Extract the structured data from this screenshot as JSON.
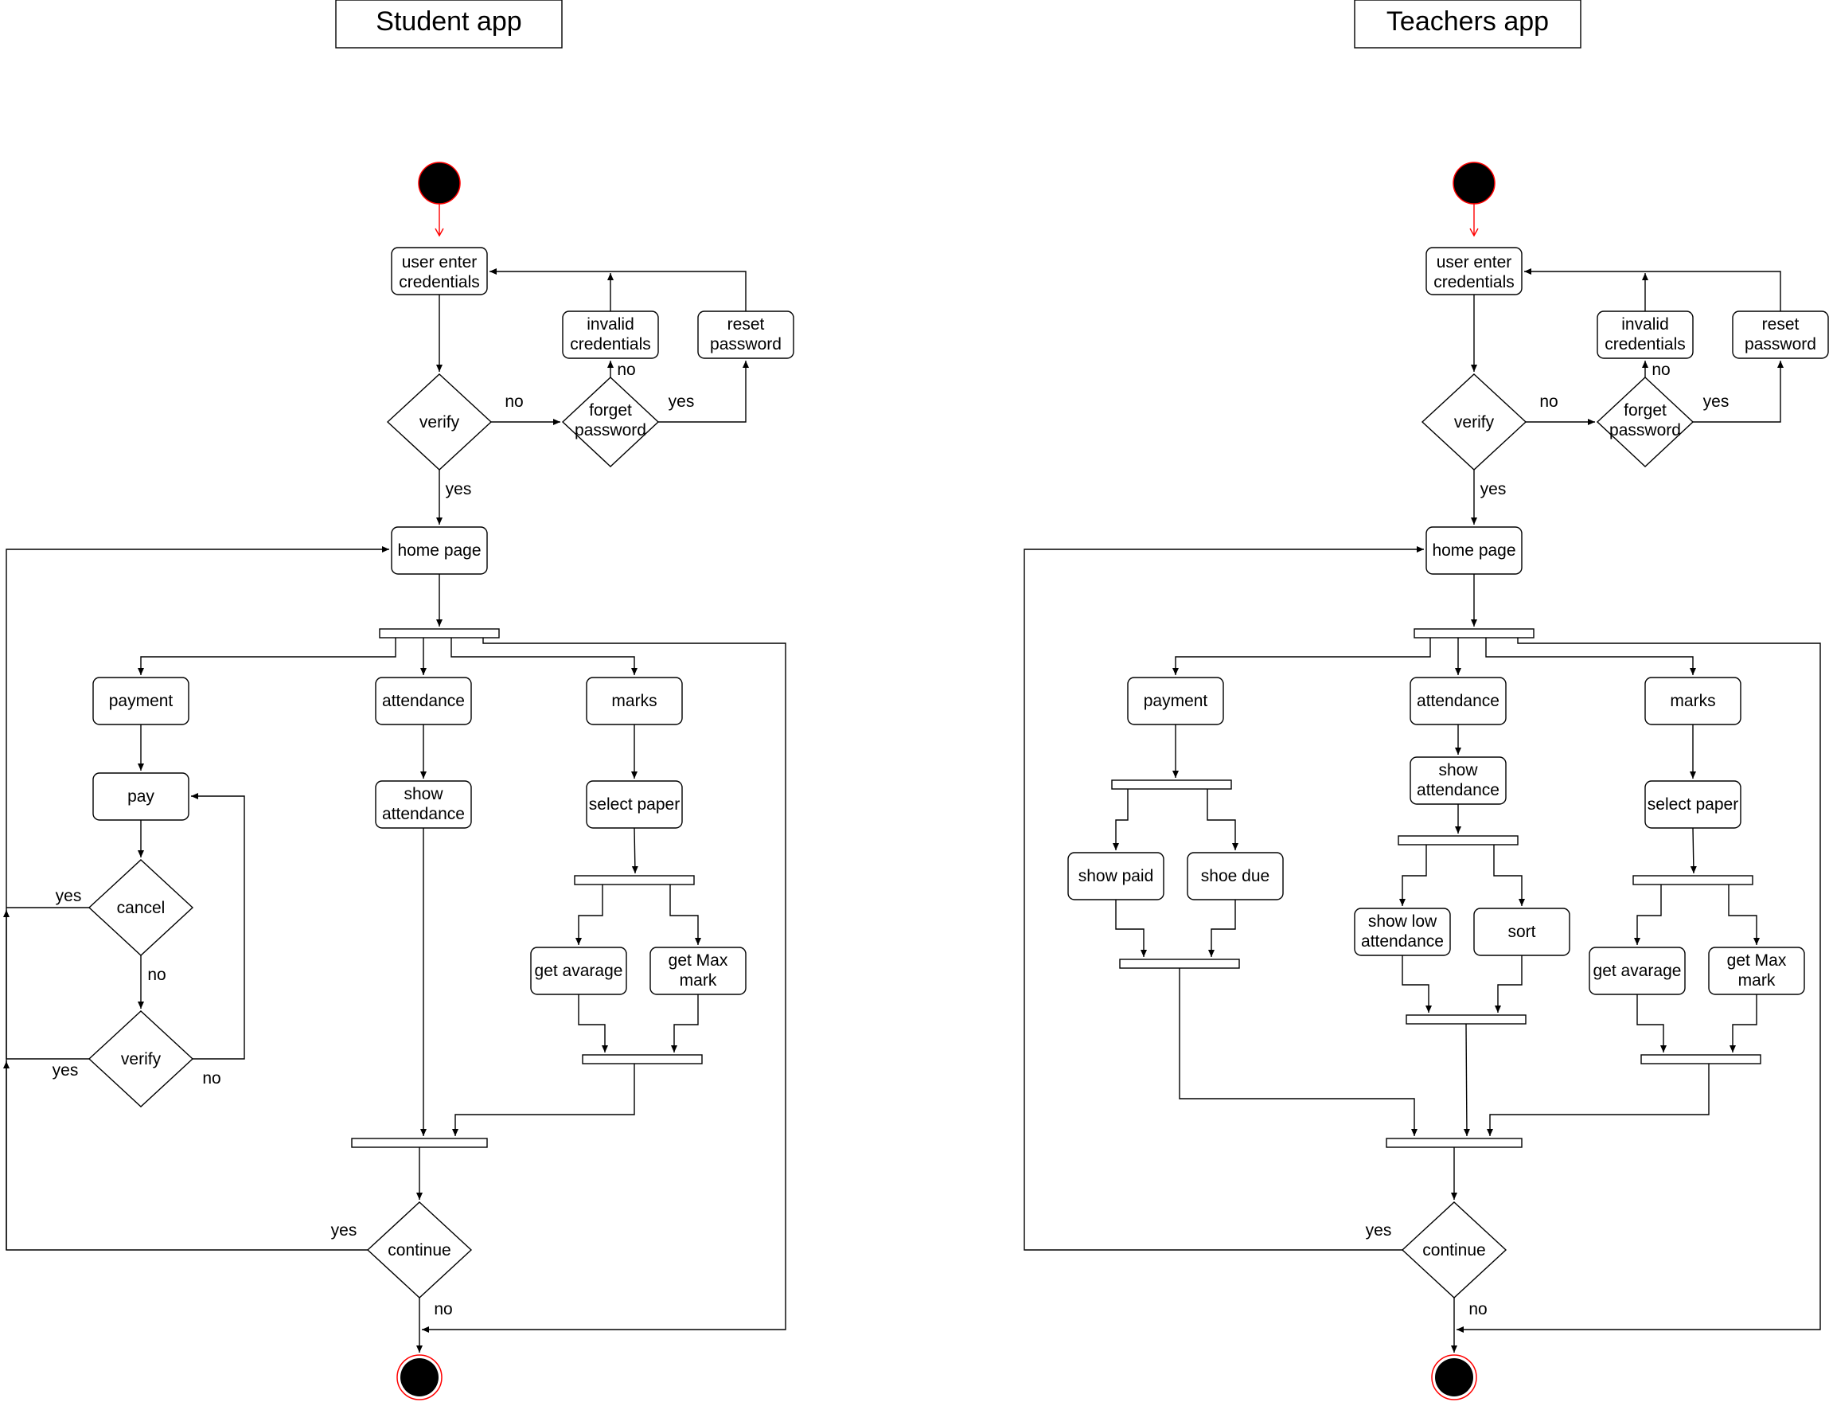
{
  "colors": {
    "line": "#000000",
    "start_arrow": "#ff0000",
    "node_ring": "#ff0000",
    "node_fill": "#000000"
  },
  "diagrams": [
    {
      "title": "Student app",
      "user_enter_credentials": "user enter credentials",
      "verify": "verify",
      "invalid_credentials": "invalid credentials",
      "forget_password": "forget password",
      "reset_password": "reset password",
      "home_page": "home page",
      "payment": "payment",
      "attendance": "attendance",
      "marks": "marks",
      "pay": "pay",
      "cancel": "cancel",
      "verify_payment": "verify",
      "show_attendance": "show attendance",
      "select_paper": "select paper",
      "get_avarage": "get avarage",
      "get_max_mark": "get Max mark",
      "continue": "continue",
      "edge_labels": {
        "verify_no": "no",
        "verify_yes": "yes",
        "forget_no": "no",
        "forget_yes": "yes",
        "cancel_yes": "yes",
        "cancel_no": "no",
        "verify_payment_yes": "yes",
        "verify_payment_no": "no",
        "continue_yes": "yes",
        "continue_no": "no"
      }
    },
    {
      "title": "Teachers app",
      "user_enter_credentials": "user enter credentials",
      "verify": "verify",
      "invalid_credentials": "invalid credentials",
      "forget_password": "forget password",
      "reset_password": "reset password",
      "home_page": "home page",
      "payment": "payment",
      "attendance": "attendance",
      "marks": "marks",
      "show_paid": "show paid",
      "shoe_due": "shoe due",
      "show_attendance": "show attendance",
      "show_low_attendance": "show low attendance",
      "sort": "sort",
      "select_paper": "select paper",
      "get_avarage": "get avarage",
      "get_max_mark": "get Max mark",
      "continue": "continue",
      "edge_labels": {
        "verify_no": "no",
        "verify_yes": "yes",
        "forget_no": "no",
        "forget_yes": "yes",
        "continue_yes": "yes",
        "continue_no": "no"
      }
    }
  ]
}
